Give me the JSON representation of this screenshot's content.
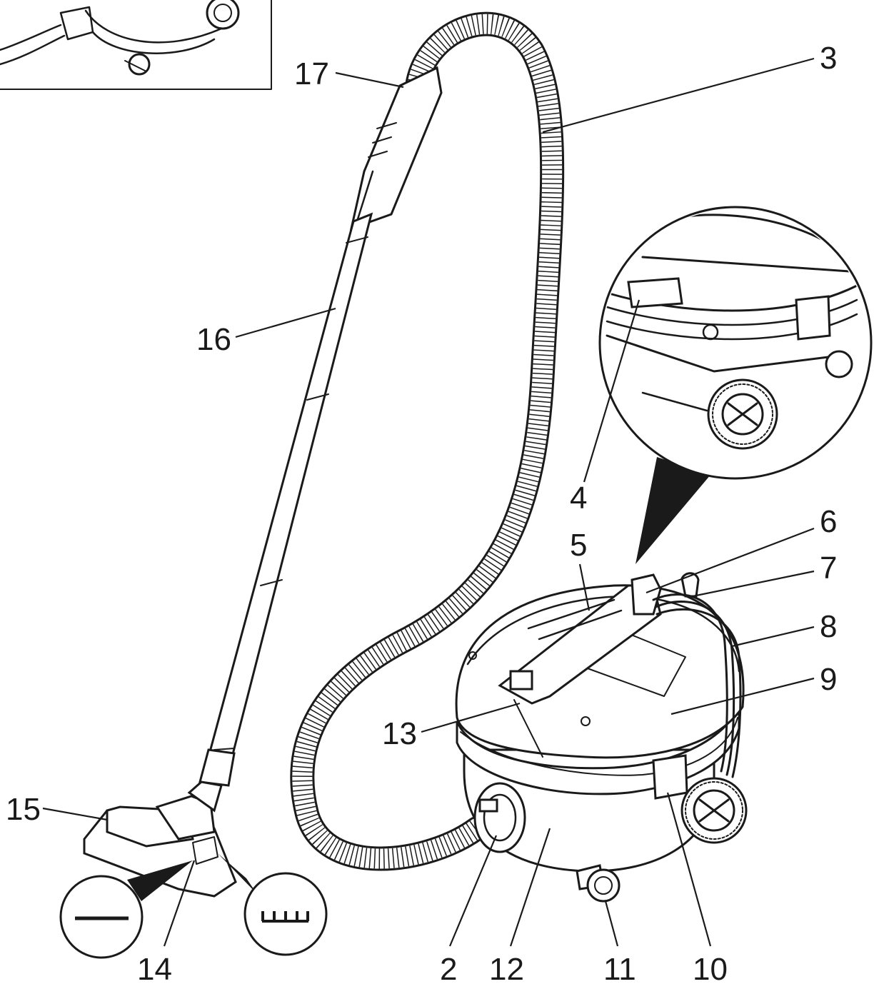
{
  "callouts": {
    "c2": "2",
    "c3": "3",
    "c4": "4",
    "c5": "5",
    "c6": "6",
    "c7": "7",
    "c8": "8",
    "c9": "9",
    "c10": "10",
    "c11": "11",
    "c12": "12",
    "c13": "13",
    "c14": "14",
    "c15": "15",
    "c16": "16",
    "c17": "17"
  },
  "icons": {
    "hard_floor": "flat-line-icon",
    "carpet": "brush-bristles-icon"
  },
  "colors": {
    "ink": "#1a1a1a",
    "paper": "#ffffff"
  }
}
